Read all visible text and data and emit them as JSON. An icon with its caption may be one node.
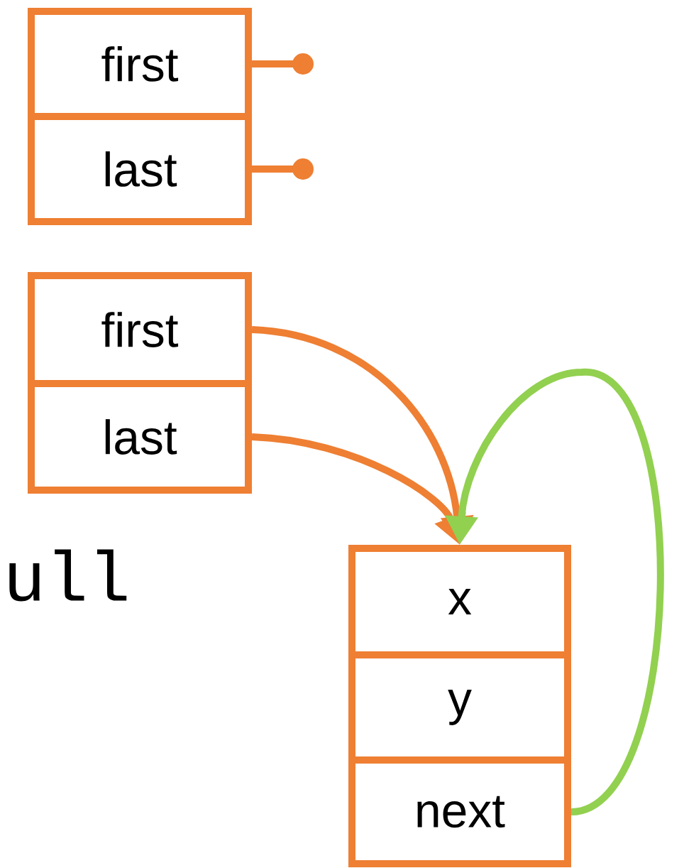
{
  "diagram": {
    "nodes": [
      {
        "text": [
          "first"
        ]
      },
      {
        "text": [
          "last"
        ]
      },
      {
        "text": [
          "first"
        ]
      },
      {
        "text": [
          "last"
        ]
      },
      {
        "text": [
          "x"
        ]
      },
      {
        "text": [
          "y"
        ]
      },
      {
        "text": [
          "next"
        ]
      }
    ],
    "edges": [
      {
        "from": 0,
        "to": null,
        "arrow": "other"
      },
      {
        "from": 1,
        "to": null,
        "arrow": "other"
      },
      {
        "from": 2,
        "to": 4,
        "arrow": "to"
      },
      {
        "from": 3,
        "to": 4,
        "arrow": "to"
      },
      {
        "from": 6,
        "to": 4,
        "arrow": "to",
        "color": "#92d050"
      }
    ],
    "labels": [
      "ull"
    ]
  }
}
